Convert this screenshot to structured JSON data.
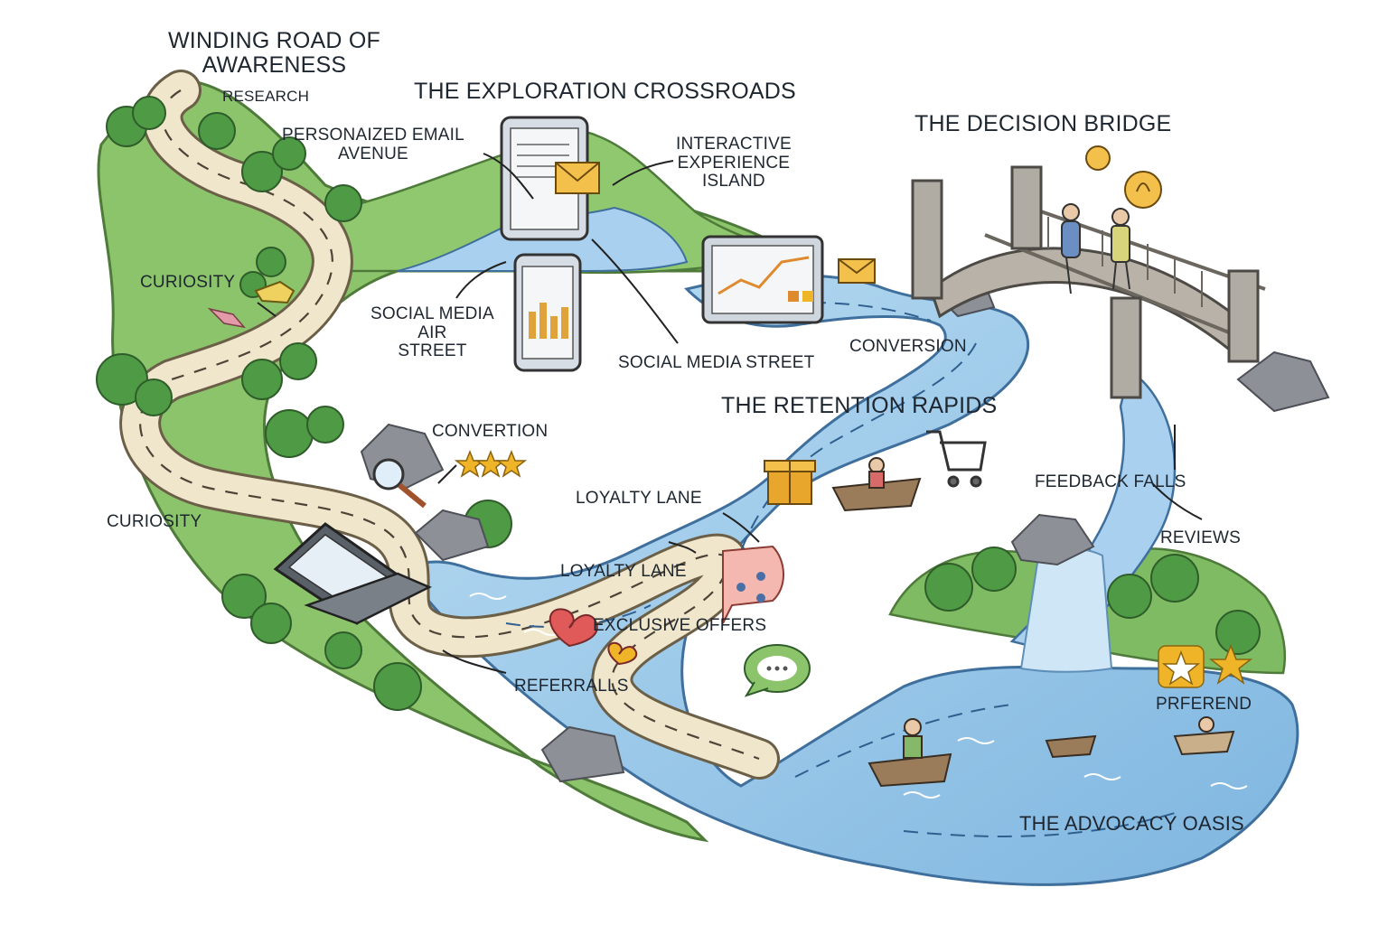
{
  "labels": {
    "winding_road_title": [
      "WINDING ROAD OF",
      "AWARENESS"
    ],
    "research": "RESEARCH",
    "exploration_crossroads": "THE EXPLORATION CROSSROADS",
    "personalized_email": [
      "PERSONAIZED EMAIL",
      "AVENUE"
    ],
    "interactive_island": [
      "INTERACTIVE",
      "EXPERIENCE",
      "ISLAND"
    ],
    "decision_bridge": "THE DECISION BRIDGE",
    "curiosity_top": "CURIOSITY",
    "social_media_air": [
      "SOCIAL MEDIA",
      "AIR",
      "STREET"
    ],
    "social_media_street": "SOCIAL MEDIA STREET",
    "conversion": "CONVERSION",
    "retention_rapids": "THE RETENTION RAPIDS",
    "convertion": "CONVERTION",
    "loyalty_lane_top": "LOYALTY LANE",
    "loyalty_lane_bottom": "LOYALTY LANE",
    "curiosity_left": "CURIOSITY",
    "feedback_falls": "FEEDBACK FALLS",
    "reviews": "REVIEWS",
    "exclusive_offers": "EXCLUSIVE OFFERS",
    "referralls": "REFERRALLS",
    "prferend": "PRFEREND",
    "advocacy_oasis": "THE ADVOCACY OASIS"
  },
  "colors": {
    "grass": "#8cc46c",
    "grass_dark": "#6aa84f",
    "road": "#efe6cc",
    "river": "#9cc8e8",
    "river_dark": "#5d9bd1",
    "tree": "#4f9a45",
    "rock": "#8d9096",
    "bridge": "#a9a39a",
    "star": "#f0b429",
    "heart": "#e05a5a"
  },
  "icons": [
    "tablet-email-icon",
    "envelope-icon",
    "tablet-chart-icon",
    "phone-social-icon",
    "laptop-icon",
    "magnifier-icon",
    "gift-icon",
    "shopping-cart-icon",
    "share-bubble-icon",
    "chat-bubble-icon",
    "heart-icon",
    "star-icon",
    "question-bubble-icon",
    "idea-bubble-icon",
    "boat-icon"
  ]
}
